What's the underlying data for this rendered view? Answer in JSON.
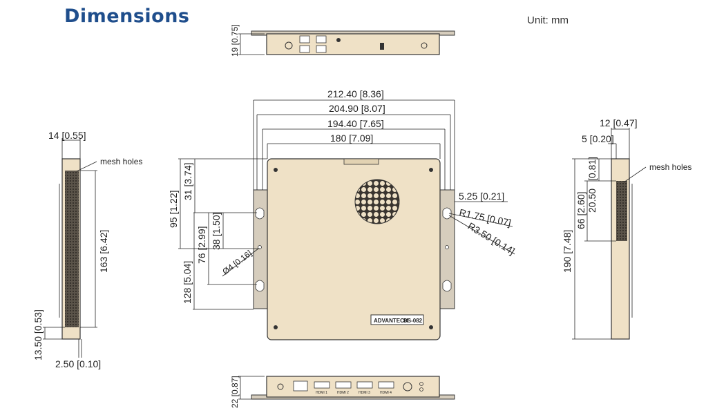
{
  "title": "Dimensions",
  "unit": "Unit: mm",
  "labels": {
    "w_total": "212.40 [8.36]",
    "w_2": "204.90 [8.07]",
    "w_3": "194.40 [7.65]",
    "w_4": "180 [7.09]",
    "h_31": "31 [3.74]",
    "h_95": "95 [1.22]",
    "h_38": "38 [1.50]",
    "h_76": "76 [2.99]",
    "h_128": "128 [5.04]",
    "hole_d4": "Ø4 [0.16]",
    "r_525": "5.25 [0.21]",
    "r_175": "R1.75 [0.07]",
    "r_350": "R3.50 [0.14]",
    "left_w": "14 [0.55]",
    "left_h": "163 [6.42]",
    "left_b1": "13.50 [0.53]",
    "left_b2": "2.50 [0.10]",
    "right_w1": "12 [0.47]",
    "right_w2": "5 [0.20]",
    "right_081": "[0.81]",
    "right_2050": "20.50",
    "right_66": "66 [2.60]",
    "right_190": "190 [7.48]",
    "top_h": "19 [0.75]",
    "bottom_h": "22 [0.87]",
    "mesh_left": "mesh holes",
    "mesh_right": "mesh holes",
    "brand": "ADVANTECH",
    "model": "DS-082",
    "hdmi": [
      "HDMI 1",
      "HDMI 2",
      "HDMI 3",
      "HDMI 4"
    ]
  },
  "colors": {
    "title": "#1f4e8c",
    "body": "#efe1c6",
    "bracket": "#d6cdbd"
  }
}
